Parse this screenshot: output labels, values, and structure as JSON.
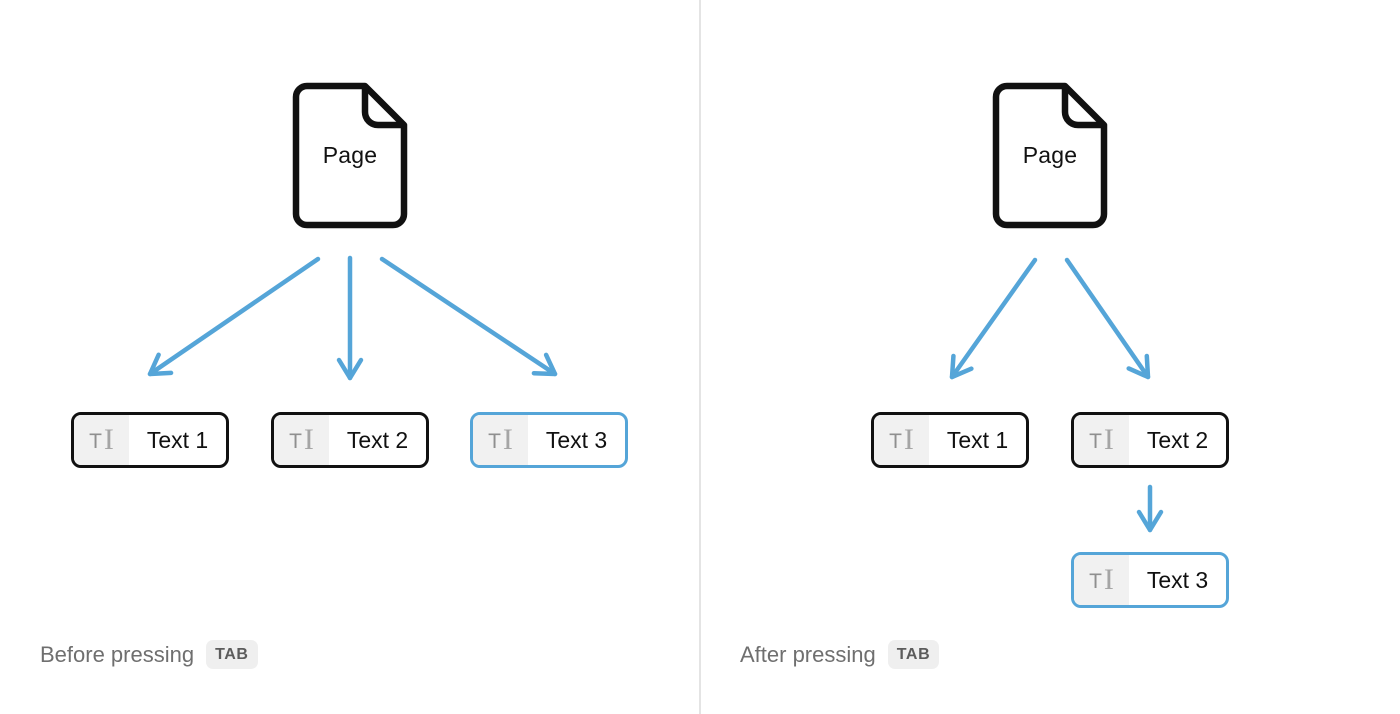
{
  "colors": {
    "accent": "#55a5d8",
    "outline": "#111111",
    "icon_gray": "#9a9a9a",
    "divider": "#e4e4e4",
    "caption": "#6f6f6f",
    "badge_bg": "#efefef",
    "badge_text": "#5c5c5c",
    "icon_cell_bg": "#f1f1f1"
  },
  "block_icon": {
    "name": "text-block-icon",
    "t_glyph": "T",
    "cursor_glyph": "I"
  },
  "panels": [
    {
      "id": "before",
      "page_label": "Page",
      "blocks": [
        {
          "label": "Text 1",
          "highlighted": false
        },
        {
          "label": "Text 2",
          "highlighted": false
        },
        {
          "label": "Text 3",
          "highlighted": true
        }
      ],
      "caption": "Before pressing",
      "key_label": "TAB"
    },
    {
      "id": "after",
      "page_label": "Page",
      "blocks": [
        {
          "label": "Text 1",
          "highlighted": false
        },
        {
          "label": "Text 2",
          "highlighted": false
        },
        {
          "label": "Text 3",
          "highlighted": true
        }
      ],
      "caption": "After pressing",
      "key_label": "TAB"
    }
  ]
}
